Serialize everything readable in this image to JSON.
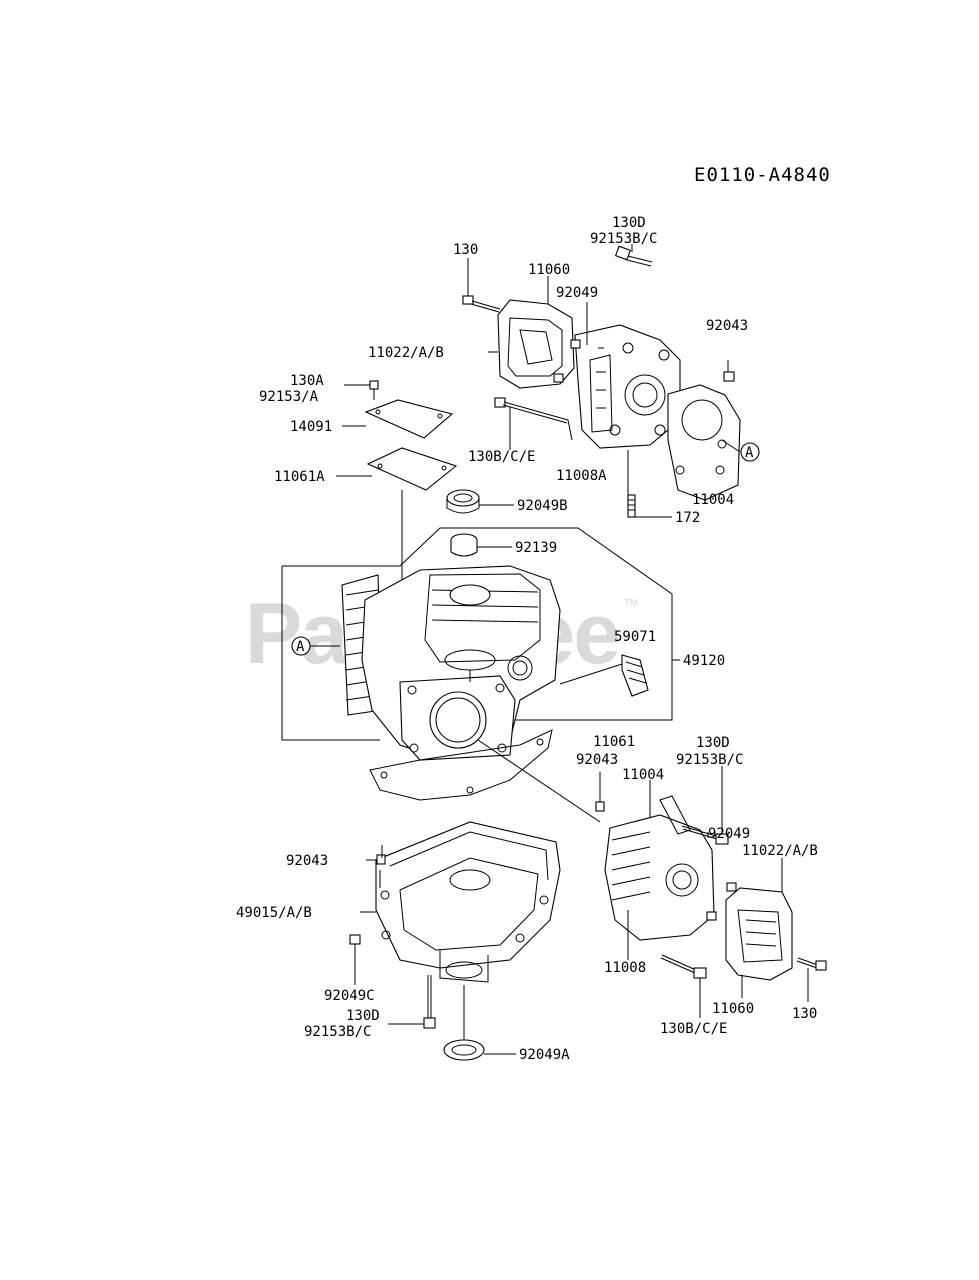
{
  "diagram": {
    "code": "E0110-A4840",
    "watermark": "PartsTree",
    "watermark_tm": "™",
    "callout": "A",
    "labels": {
      "l130_top": "130",
      "l130d_top": "130D",
      "l92153bc_top": "92153B/C",
      "l11060_top": "11060",
      "l92049_top": "92049",
      "l92043_top": "92043",
      "l11022_top": "11022/A/B",
      "l130a": "130A",
      "l92153a": "92153/A",
      "l14091": "14091",
      "l130bce_top": "130B/C/E",
      "l11008a": "11008A",
      "l11061a": "11061A",
      "l92049b": "92049B",
      "l11004_top": "11004",
      "l172": "172",
      "l92139": "92139",
      "l59071": "59071",
      "l49120": "49120",
      "l11061_bot": "11061",
      "l130d_bot": "130D",
      "l92043_bot": "92043",
      "l92153bc_bot": "92153B/C",
      "l11004_bot": "11004",
      "l92049_bot": "92049",
      "l11022_bot": "11022/A/B",
      "l92043_case": "92043",
      "l49015": "49015/A/B",
      "l11008_bot": "11008",
      "l92049c": "92049C",
      "l130d_case": "130D",
      "l92153bc_case": "92153B/C",
      "l11060_bot": "11060",
      "l130_bot": "130",
      "l130bce_bot": "130B/C/E",
      "l92049a": "92049A"
    }
  }
}
